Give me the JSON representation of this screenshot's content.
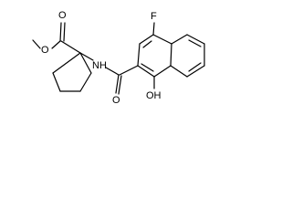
{
  "labels": {
    "ester_o1": "O",
    "ester_o2": "O",
    "amide_nh": "NH",
    "amide_o": "O",
    "fluoro": "F",
    "hydroxy": "OH"
  }
}
